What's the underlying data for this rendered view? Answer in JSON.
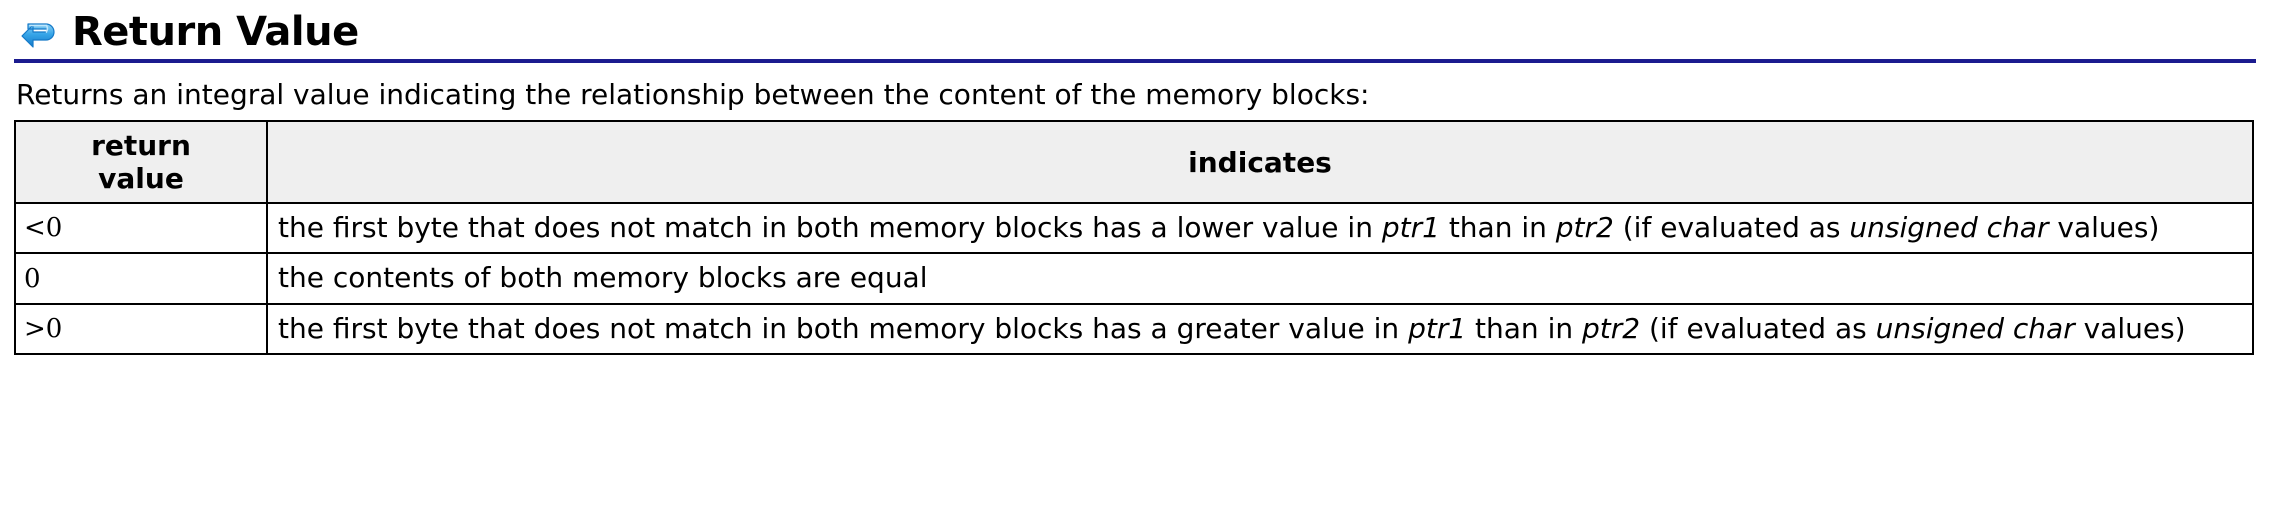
{
  "section": {
    "icon": "return-arrow-icon",
    "title": "Return Value",
    "rule_color": "#1b1b8f"
  },
  "intro": "Returns an integral value indicating the relationship between the content of the memory blocks:",
  "table": {
    "headers": {
      "return_value": "return\nvalue",
      "return_value_line1": "return",
      "return_value_line2": "value",
      "indicates": "indicates"
    },
    "header_bg": "#efefef",
    "rows": [
      {
        "value": "<0",
        "desc_parts": [
          {
            "text": "the first byte that does not match in both memory blocks has a lower value in ",
            "italic": false
          },
          {
            "text": "ptr1",
            "italic": true
          },
          {
            "text": " than in ",
            "italic": false
          },
          {
            "text": "ptr2",
            "italic": true
          },
          {
            "text": " (if evaluated as ",
            "italic": false
          },
          {
            "text": "unsigned char",
            "italic": true
          },
          {
            "text": " values)",
            "italic": false
          }
        ]
      },
      {
        "value": "0",
        "desc_parts": [
          {
            "text": "the contents of both memory blocks are equal",
            "italic": false
          }
        ]
      },
      {
        "value": ">0",
        "desc_parts": [
          {
            "text": "the first byte that does not match in both memory blocks has a greater value in ",
            "italic": false
          },
          {
            "text": "ptr1",
            "italic": true
          },
          {
            "text": " than in ",
            "italic": false
          },
          {
            "text": "ptr2",
            "italic": true
          },
          {
            "text": " (if evaluated as ",
            "italic": false
          },
          {
            "text": "unsigned char",
            "italic": true
          },
          {
            "text": " values)",
            "italic": false
          }
        ]
      }
    ]
  }
}
